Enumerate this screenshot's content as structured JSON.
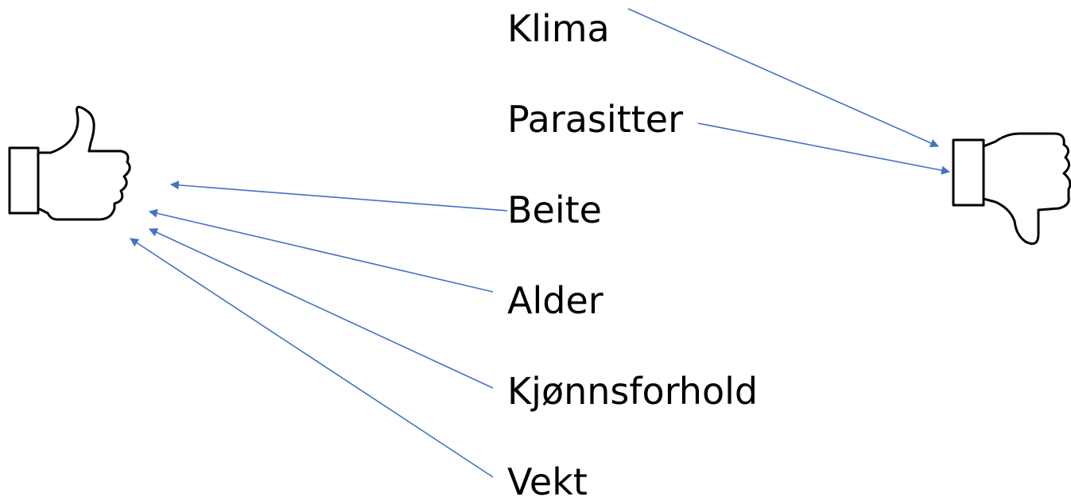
{
  "diagram": {
    "arrow_color": "#4472C4",
    "icons": {
      "positive": "thumbs-up-icon",
      "negative": "thumbs-down-icon"
    },
    "terms": [
      {
        "label": "Klima",
        "points_to": "negative"
      },
      {
        "label": "Parasitter",
        "points_to": "negative"
      },
      {
        "label": "Beite",
        "points_to": "positive"
      },
      {
        "label": "Alder",
        "points_to": "positive"
      },
      {
        "label": "Kjønnsforhold",
        "points_to": "positive"
      },
      {
        "label": "Vekt",
        "points_to": "positive"
      }
    ]
  }
}
